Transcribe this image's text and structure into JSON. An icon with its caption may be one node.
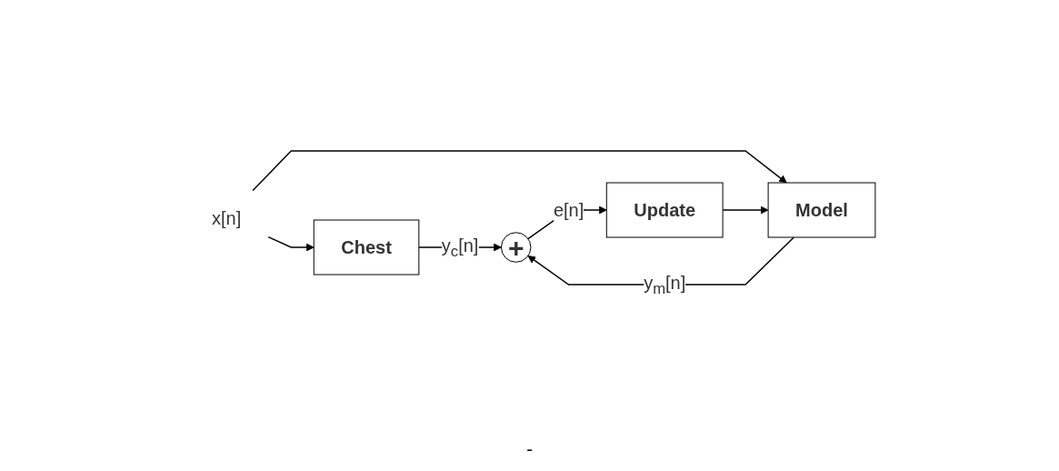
{
  "diagram": {
    "nodes": [
      {
        "text": [
          "x[n]"
        ]
      },
      {
        "text": [
          "Chest"
        ]
      },
      {
        "text": [
          "+"
        ]
      },
      {
        "text": [
          "Model"
        ]
      },
      {
        "text": [
          "Update"
        ]
      }
    ],
    "edges": [
      {
        "from": 0,
        "to": 1,
        "arrow": "to"
      },
      {
        "from": 0,
        "to": 3,
        "arrow": "to"
      },
      {
        "from": 1,
        "to": 2,
        "arrow": "to",
        "label": "y$_{c}$[n]"
      },
      {
        "from": 3,
        "to": 2,
        "arrow": "to",
        "label": "y$_{m}$[n]"
      },
      {
        "from": 2,
        "to": 4,
        "arrow": "to",
        "label": "e[n]"
      },
      {
        "from": 4,
        "to": 3,
        "arrow": "to"
      }
    ],
    "labels": [
      "-"
    ]
  }
}
